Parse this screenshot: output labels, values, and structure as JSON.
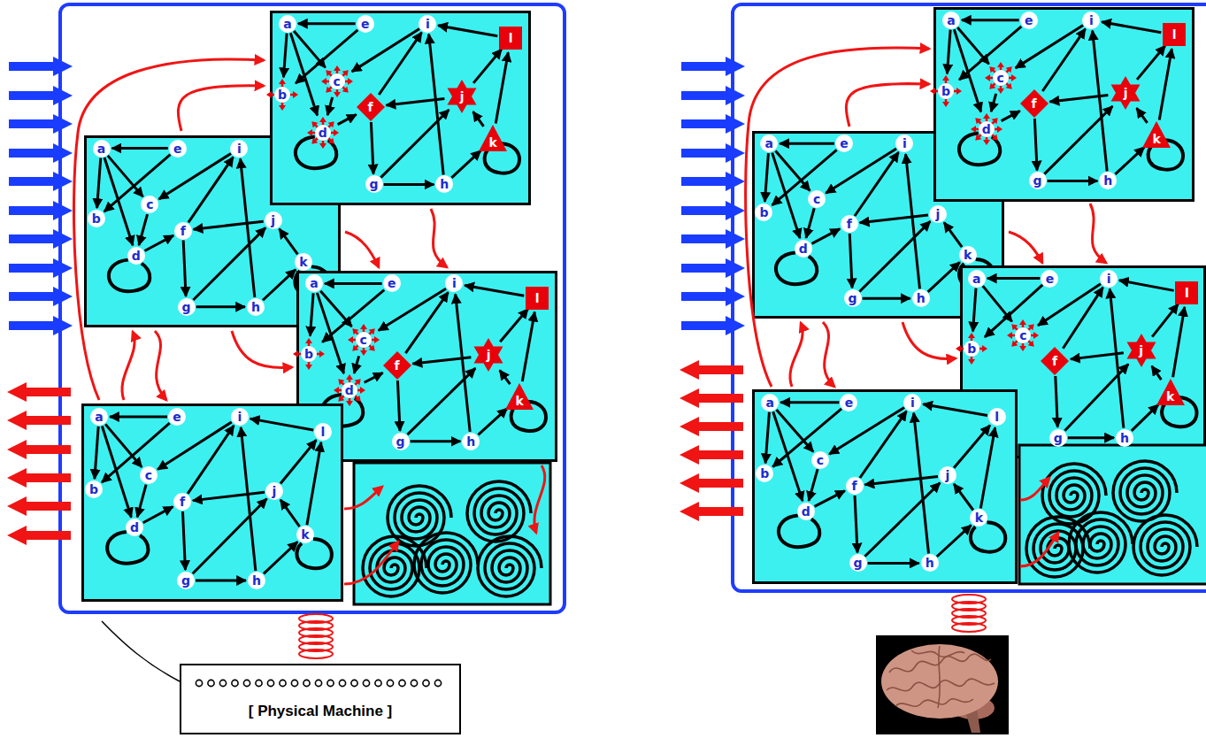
{
  "diagram": {
    "nodes": [
      {
        "text": [
          "a"
        ]
      },
      {
        "text": [
          "b"
        ]
      },
      {
        "text": [
          "c"
        ]
      },
      {
        "text": [
          "d"
        ]
      },
      {
        "text": [
          "e"
        ]
      },
      {
        "text": [
          "f"
        ]
      },
      {
        "text": [
          "g"
        ]
      },
      {
        "text": [
          "h"
        ]
      },
      {
        "text": [
          "i"
        ]
      },
      {
        "text": [
          "j"
        ]
      },
      {
        "text": [
          "k"
        ]
      },
      {
        "text": [
          "l"
        ]
      },
      {
        "text": [
          "a"
        ]
      },
      {
        "text": [
          "b"
        ]
      },
      {
        "text": [
          "c"
        ]
      },
      {
        "text": [
          "d"
        ]
      },
      {
        "text": [
          "e"
        ]
      },
      {
        "text": [
          "f"
        ]
      },
      {
        "text": [
          "g"
        ]
      },
      {
        "text": [
          "h"
        ]
      },
      {
        "text": [
          "i"
        ]
      },
      {
        "text": [
          "j"
        ]
      },
      {
        "text": [
          "k"
        ]
      },
      {
        "text": [
          "a"
        ]
      },
      {
        "text": [
          "b"
        ]
      },
      {
        "text": [
          "c"
        ]
      },
      {
        "text": [
          "d"
        ]
      },
      {
        "text": [
          "e"
        ]
      },
      {
        "text": [
          "f"
        ]
      },
      {
        "text": [
          "g"
        ]
      },
      {
        "text": [
          "h"
        ]
      },
      {
        "text": [
          "i"
        ]
      },
      {
        "text": [
          "j"
        ]
      },
      {
        "text": [
          "k"
        ]
      },
      {
        "text": [
          "l"
        ]
      },
      {
        "text": [
          "a"
        ]
      },
      {
        "text": [
          "b"
        ]
      },
      {
        "text": [
          "c"
        ]
      },
      {
        "text": [
          "d"
        ]
      },
      {
        "text": [
          "e"
        ]
      },
      {
        "text": [
          "f"
        ]
      },
      {
        "text": [
          "g"
        ]
      },
      {
        "text": [
          "h"
        ]
      },
      {
        "text": [
          "i"
        ]
      },
      {
        "text": [
          "j"
        ]
      },
      {
        "text": [
          "k"
        ]
      },
      {
        "text": [
          "l"
        ]
      },
      {
        "text": [
          "[ Physical Machine ]"
        ]
      },
      {
        "text": [
          "a"
        ]
      },
      {
        "text": [
          "b"
        ]
      },
      {
        "text": [
          "c"
        ]
      },
      {
        "text": [
          "d"
        ]
      },
      {
        "text": [
          "e"
        ]
      },
      {
        "text": [
          "f"
        ]
      },
      {
        "text": [
          "g"
        ]
      },
      {
        "text": [
          "h"
        ]
      },
      {
        "text": [
          "i"
        ]
      },
      {
        "text": [
          "j"
        ]
      },
      {
        "text": [
          "k"
        ]
      },
      {
        "text": [
          "l"
        ]
      },
      {
        "text": [
          "a"
        ]
      },
      {
        "text": [
          "b"
        ]
      },
      {
        "text": [
          "c"
        ]
      },
      {
        "text": [
          "d"
        ]
      },
      {
        "text": [
          "e"
        ]
      },
      {
        "text": [
          "f"
        ]
      },
      {
        "text": [
          "g"
        ]
      },
      {
        "text": [
          "h"
        ]
      },
      {
        "text": [
          "i"
        ]
      },
      {
        "text": [
          "j"
        ]
      },
      {
        "text": [
          "k"
        ]
      },
      {
        "text": [
          "a"
        ]
      },
      {
        "text": [
          "b"
        ]
      },
      {
        "text": [
          "c"
        ]
      },
      {
        "text": [
          "e"
        ]
      },
      {
        "text": [
          "f"
        ]
      },
      {
        "text": [
          "g"
        ]
      },
      {
        "text": [
          "h"
        ]
      },
      {
        "text": [
          "i"
        ]
      },
      {
        "text": [
          "j"
        ]
      },
      {
        "text": [
          "k"
        ]
      },
      {
        "text": [
          "l"
        ]
      },
      {
        "text": [
          "a"
        ]
      },
      {
        "text": [
          "b"
        ]
      },
      {
        "text": [
          "c"
        ]
      },
      {
        "text": [
          "d"
        ]
      },
      {
        "text": [
          "e"
        ]
      },
      {
        "text": [
          "f"
        ]
      },
      {
        "text": [
          "g"
        ]
      },
      {
        "text": [
          "h"
        ]
      },
      {
        "text": [
          "i"
        ]
      },
      {
        "text": [
          "j"
        ]
      },
      {
        "text": [
          "k"
        ]
      },
      {
        "text": [
          "l"
        ]
      }
    ],
    "edges": [
      {
        "from": 4,
        "to": 0,
        "arrow": "to"
      },
      {
        "from": 0,
        "to": 1,
        "arrow": "to"
      },
      {
        "from": 0,
        "to": 2,
        "arrow": "to"
      },
      {
        "from": 0,
        "to": 3,
        "arrow": "to"
      },
      {
        "from": 4,
        "to": 1,
        "arrow": "to"
      },
      {
        "from": 2,
        "to": 3,
        "arrow": "to"
      },
      {
        "from": 8,
        "to": 2,
        "arrow": "to"
      },
      {
        "from": 3,
        "to": 5,
        "arrow": "to"
      },
      {
        "from": 5,
        "to": 8,
        "arrow": "to"
      },
      {
        "from": 9,
        "to": 5,
        "arrow": "to"
      },
      {
        "from": 5,
        "to": 6,
        "arrow": "to"
      },
      {
        "from": 6,
        "to": 7,
        "arrow": "to"
      },
      {
        "from": 6,
        "to": 9,
        "arrow": "to"
      },
      {
        "from": 7,
        "to": 8,
        "arrow": "to"
      },
      {
        "from": 7,
        "to": 10,
        "arrow": "to"
      },
      {
        "from": 10,
        "to": 9,
        "arrow": "to"
      },
      {
        "from": 9,
        "to": 11,
        "arrow": "to"
      },
      {
        "from": 10,
        "to": 11,
        "arrow": "to"
      },
      {
        "from": 11,
        "to": 8,
        "arrow": "to"
      },
      {
        "from": 16,
        "to": 12,
        "arrow": "to"
      },
      {
        "from": 12,
        "to": 13,
        "arrow": "to"
      },
      {
        "from": 12,
        "to": 14,
        "arrow": "to"
      },
      {
        "from": 12,
        "to": 15,
        "arrow": "to"
      },
      {
        "from": 16,
        "to": 13,
        "arrow": "to"
      },
      {
        "from": 14,
        "to": 15,
        "arrow": "to"
      },
      {
        "from": 20,
        "to": 14,
        "arrow": "to"
      },
      {
        "from": 15,
        "to": 17,
        "arrow": "to"
      },
      {
        "from": 17,
        "to": 20,
        "arrow": "to"
      },
      {
        "from": 21,
        "to": 17,
        "arrow": "to"
      },
      {
        "from": 17,
        "to": 18,
        "arrow": "to"
      },
      {
        "from": 18,
        "to": 19,
        "arrow": "to"
      },
      {
        "from": 18,
        "to": 21,
        "arrow": "to"
      },
      {
        "from": 19,
        "to": 20,
        "arrow": "to"
      },
      {
        "from": 19,
        "to": 22,
        "arrow": "to"
      },
      {
        "from": 22,
        "to": 21,
        "arrow": "to"
      },
      {
        "from": 27,
        "to": 23,
        "arrow": "to"
      },
      {
        "from": 23,
        "to": 24,
        "arrow": "to"
      },
      {
        "from": 23,
        "to": 25,
        "arrow": "to"
      },
      {
        "from": 23,
        "to": 26,
        "arrow": "to"
      },
      {
        "from": 27,
        "to": 24,
        "arrow": "to"
      },
      {
        "from": 25,
        "to": 26,
        "arrow": "to"
      },
      {
        "from": 31,
        "to": 25,
        "arrow": "to"
      },
      {
        "from": 26,
        "to": 28,
        "arrow": "to"
      },
      {
        "from": 28,
        "to": 31,
        "arrow": "to"
      },
      {
        "from": 32,
        "to": 28,
        "arrow": "to"
      },
      {
        "from": 28,
        "to": 29,
        "arrow": "to"
      },
      {
        "from": 29,
        "to": 30,
        "arrow": "to"
      },
      {
        "from": 29,
        "to": 32,
        "arrow": "to"
      },
      {
        "from": 30,
        "to": 31,
        "arrow": "to"
      },
      {
        "from": 30,
        "to": 33,
        "arrow": "to"
      },
      {
        "from": 33,
        "to": 32,
        "arrow": "to"
      },
      {
        "from": 32,
        "to": 34,
        "arrow": "to"
      },
      {
        "from": 33,
        "to": 34,
        "arrow": "to"
      },
      {
        "from": 34,
        "to": 31,
        "arrow": "to"
      },
      {
        "from": 39,
        "to": 35,
        "arrow": "to"
      },
      {
        "from": 35,
        "to": 36,
        "arrow": "to"
      },
      {
        "from": 35,
        "to": 37,
        "arrow": "to"
      },
      {
        "from": 35,
        "to": 38,
        "arrow": "to"
      },
      {
        "from": 39,
        "to": 36,
        "arrow": "to"
      },
      {
        "from": 37,
        "to": 38,
        "arrow": "to"
      },
      {
        "from": 43,
        "to": 37,
        "arrow": "to"
      },
      {
        "from": 38,
        "to": 40,
        "arrow": "to"
      },
      {
        "from": 40,
        "to": 43,
        "arrow": "to"
      },
      {
        "from": 44,
        "to": 40,
        "arrow": "to"
      },
      {
        "from": 40,
        "to": 41,
        "arrow": "to"
      },
      {
        "from": 41,
        "to": 42,
        "arrow": "to"
      },
      {
        "from": 41,
        "to": 44,
        "arrow": "to"
      },
      {
        "from": 42,
        "to": 43,
        "arrow": "to"
      },
      {
        "from": 42,
        "to": 45,
        "arrow": "to"
      },
      {
        "from": 45,
        "to": 44,
        "arrow": "to"
      },
      {
        "from": 44,
        "to": 46,
        "arrow": "to"
      },
      {
        "from": 45,
        "to": 46,
        "arrow": "to"
      },
      {
        "from": 46,
        "to": 43,
        "arrow": "to"
      },
      {
        "from": 52,
        "to": 48,
        "arrow": "to"
      },
      {
        "from": 48,
        "to": 49,
        "arrow": "to"
      },
      {
        "from": 48,
        "to": 50,
        "arrow": "to"
      },
      {
        "from": 48,
        "to": 51,
        "arrow": "to"
      },
      {
        "from": 52,
        "to": 49,
        "arrow": "to"
      },
      {
        "from": 50,
        "to": 51,
        "arrow": "to"
      },
      {
        "from": 56,
        "to": 50,
        "arrow": "to"
      },
      {
        "from": 51,
        "to": 53,
        "arrow": "to"
      },
      {
        "from": 53,
        "to": 56,
        "arrow": "to"
      },
      {
        "from": 57,
        "to": 53,
        "arrow": "to"
      },
      {
        "from": 53,
        "to": 54,
        "arrow": "to"
      },
      {
        "from": 54,
        "to": 55,
        "arrow": "to"
      },
      {
        "from": 54,
        "to": 57,
        "arrow": "to"
      },
      {
        "from": 55,
        "to": 56,
        "arrow": "to"
      },
      {
        "from": 55,
        "to": 58,
        "arrow": "to"
      },
      {
        "from": 58,
        "to": 57,
        "arrow": "to"
      },
      {
        "from": 57,
        "to": 59,
        "arrow": "to"
      },
      {
        "from": 58,
        "to": 59,
        "arrow": "to"
      },
      {
        "from": 59,
        "to": 56,
        "arrow": "to"
      },
      {
        "from": 64,
        "to": 60,
        "arrow": "to"
      },
      {
        "from": 60,
        "to": 61,
        "arrow": "to"
      },
      {
        "from": 60,
        "to": 62,
        "arrow": "to"
      },
      {
        "from": 60,
        "to": 63,
        "arrow": "to"
      },
      {
        "from": 64,
        "to": 61,
        "arrow": "to"
      },
      {
        "from": 62,
        "to": 63,
        "arrow": "to"
      },
      {
        "from": 68,
        "to": 62,
        "arrow": "to"
      },
      {
        "from": 63,
        "to": 65,
        "arrow": "to"
      },
      {
        "from": 65,
        "to": 68,
        "arrow": "to"
      },
      {
        "from": 69,
        "to": 65,
        "arrow": "to"
      },
      {
        "from": 65,
        "to": 66,
        "arrow": "to"
      },
      {
        "from": 66,
        "to": 67,
        "arrow": "to"
      },
      {
        "from": 66,
        "to": 69,
        "arrow": "to"
      },
      {
        "from": 67,
        "to": 68,
        "arrow": "to"
      },
      {
        "from": 67,
        "to": 70,
        "arrow": "to"
      },
      {
        "from": 70,
        "to": 69,
        "arrow": "to"
      },
      {
        "from": 74,
        "to": 71,
        "arrow": "to"
      },
      {
        "from": 71,
        "to": 72,
        "arrow": "to"
      },
      {
        "from": 71,
        "to": 73,
        "arrow": "to"
      },
      {
        "from": 74,
        "to": 72,
        "arrow": "to"
      },
      {
        "from": 78,
        "to": 73,
        "arrow": "to"
      },
      {
        "from": 75,
        "to": 78,
        "arrow": "to"
      },
      {
        "from": 79,
        "to": 75,
        "arrow": "to"
      },
      {
        "from": 75,
        "to": 76,
        "arrow": "to"
      },
      {
        "from": 76,
        "to": 77,
        "arrow": "to"
      },
      {
        "from": 76,
        "to": 79,
        "arrow": "to"
      },
      {
        "from": 77,
        "to": 78,
        "arrow": "to"
      },
      {
        "from": 77,
        "to": 80,
        "arrow": "to"
      },
      {
        "from": 80,
        "to": 79,
        "arrow": "to"
      },
      {
        "from": 79,
        "to": 81,
        "arrow": "to"
      },
      {
        "from": 80,
        "to": 81,
        "arrow": "to"
      },
      {
        "from": 81,
        "to": 78,
        "arrow": "to"
      },
      {
        "from": 86,
        "to": 82,
        "arrow": "to"
      },
      {
        "from": 82,
        "to": 83,
        "arrow": "to"
      },
      {
        "from": 82,
        "to": 84,
        "arrow": "to"
      },
      {
        "from": 82,
        "to": 85,
        "arrow": "to"
      },
      {
        "from": 86,
        "to": 83,
        "arrow": "to"
      },
      {
        "from": 84,
        "to": 85,
        "arrow": "to"
      },
      {
        "from": 90,
        "to": 84,
        "arrow": "to"
      },
      {
        "from": 85,
        "to": 87,
        "arrow": "to"
      },
      {
        "from": 87,
        "to": 90,
        "arrow": "to"
      },
      {
        "from": 91,
        "to": 87,
        "arrow": "to"
      },
      {
        "from": 87,
        "to": 88,
        "arrow": "to"
      },
      {
        "from": 88,
        "to": 89,
        "arrow": "to"
      },
      {
        "from": 88,
        "to": 91,
        "arrow": "to"
      },
      {
        "from": 89,
        "to": 90,
        "arrow": "to"
      },
      {
        "from": 89,
        "to": 92,
        "arrow": "to"
      },
      {
        "from": 92,
        "to": 91,
        "arrow": "to"
      },
      {
        "from": 91,
        "to": 93,
        "arrow": "to"
      },
      {
        "from": 92,
        "to": 93,
        "arrow": "to"
      },
      {
        "from": 93,
        "to": 90,
        "arrow": "to"
      }
    ]
  }
}
